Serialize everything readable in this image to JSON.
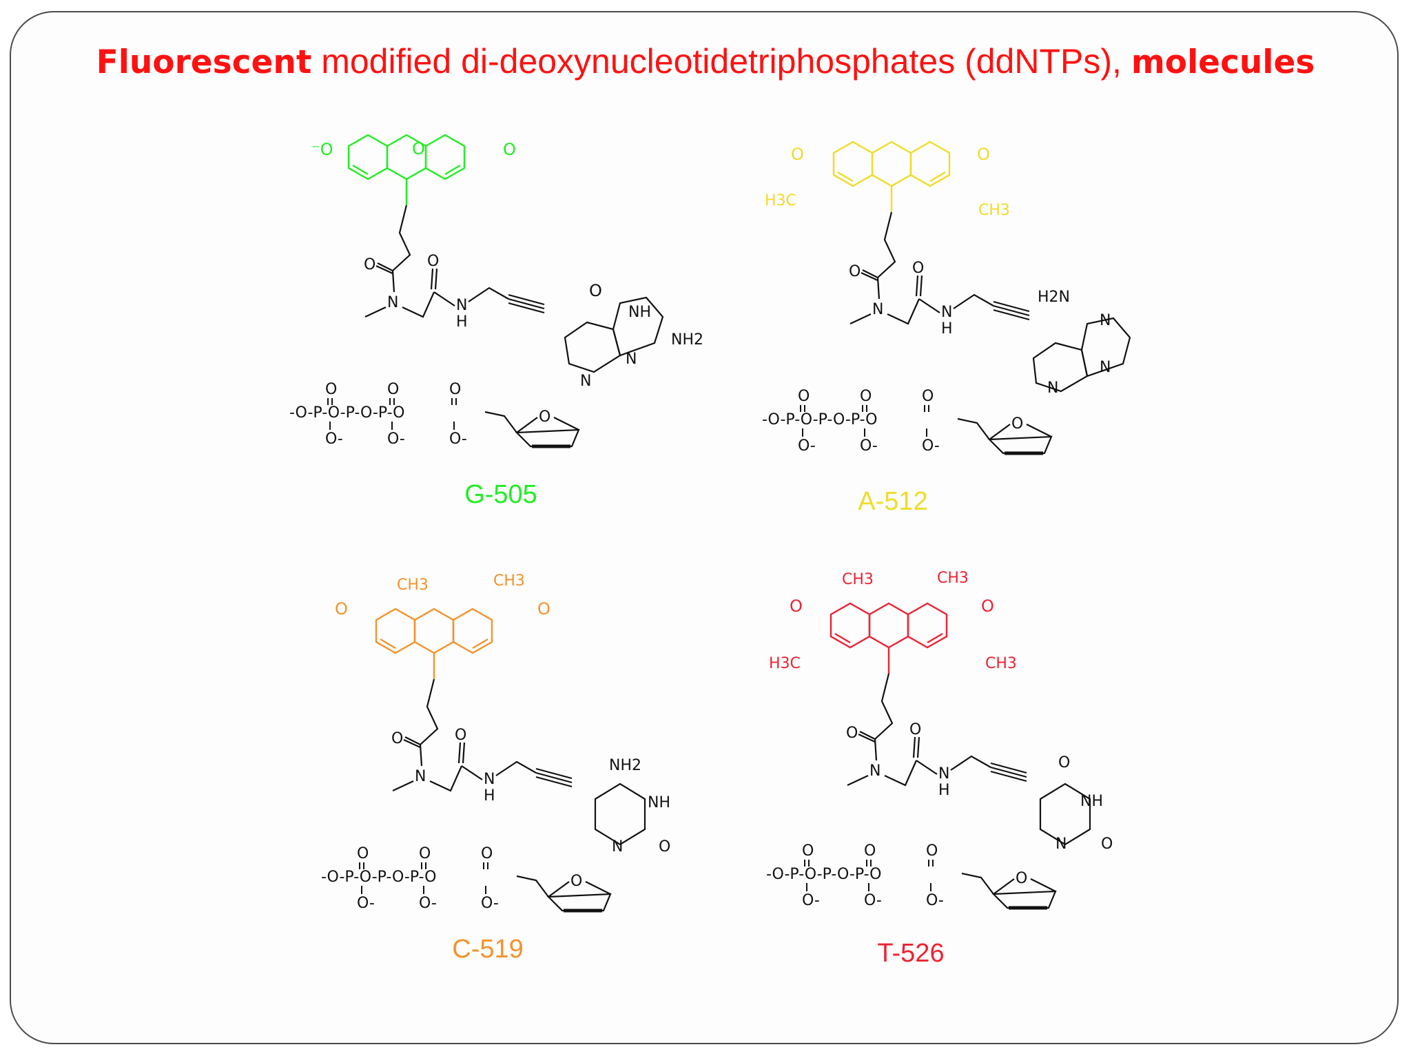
{
  "title": {
    "part1": "Fluorescent",
    "part2": " modified di-deoxynucleotidetriphosphates (ddNTPs), ",
    "part3": "molecules"
  },
  "colors": {
    "title": "#ff1111",
    "G": "#22ee22",
    "A": "#f0dc28",
    "C": "#f4922c",
    "T": "#ee2233",
    "backbone": "#111111"
  },
  "structures": [
    {
      "label": "G-505",
      "dye_substituents": [
        "O",
        "O"
      ],
      "base_labels": [
        "O",
        "NH",
        "NH2",
        "N",
        "N"
      ]
    },
    {
      "label": "A-512",
      "dye_substituents": [
        "O",
        "O",
        "H3C",
        "CH3"
      ],
      "base_labels": [
        "H2N",
        "N",
        "N",
        "N"
      ]
    },
    {
      "label": "C-519",
      "dye_substituents": [
        "O",
        "O",
        "CH3",
        "CH3"
      ],
      "base_labels": [
        "NH2",
        "NH",
        "N",
        "O"
      ]
    },
    {
      "label": "T-526",
      "dye_substituents": [
        "O",
        "O",
        "CH3",
        "CH3",
        "H3C",
        "CH3"
      ],
      "base_labels": [
        "O",
        "NH",
        "N",
        "O"
      ]
    }
  ]
}
